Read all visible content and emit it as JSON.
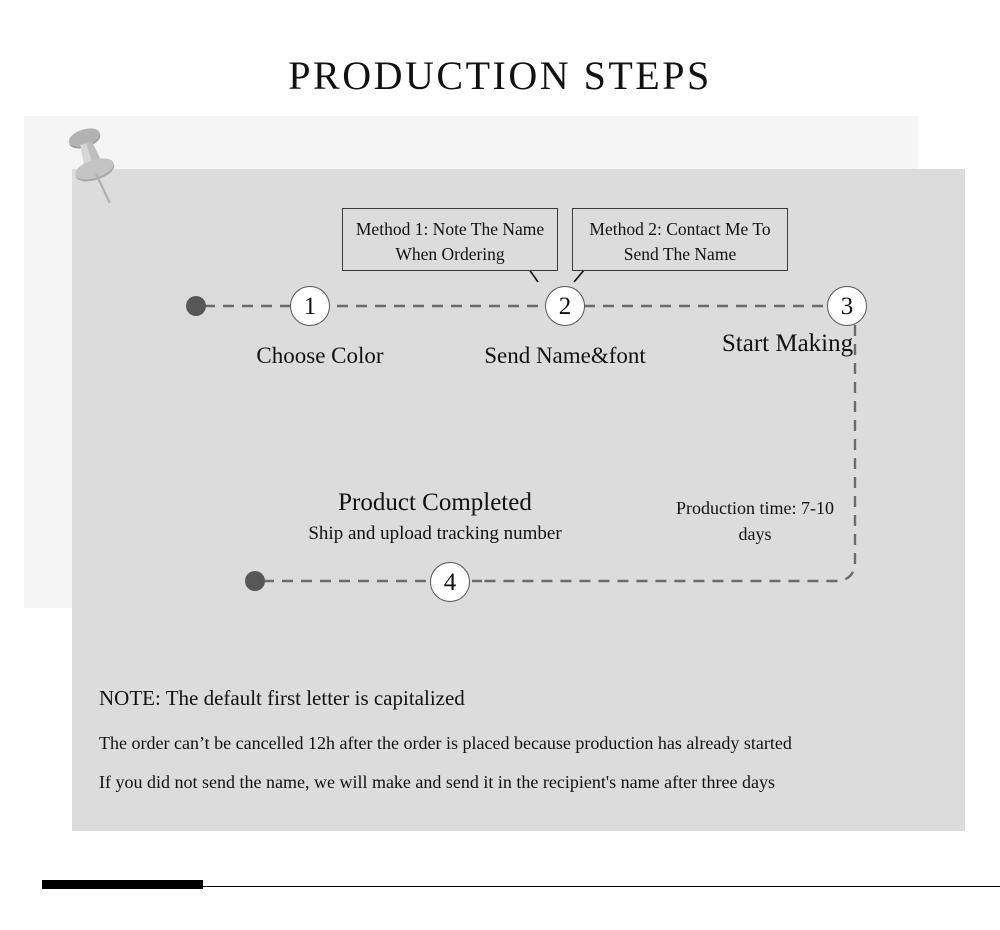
{
  "page": {
    "title": "PRODUCTION STEPS",
    "background": "#ffffff",
    "panel_back_color": "#f5f5f5",
    "panel_main_color": "#dcdcdc",
    "line_color": "#6b6b6b",
    "dot_color": "#575757",
    "text_color": "#111111"
  },
  "icons": {
    "pushpin": "pushpin-icon"
  },
  "method_boxes": [
    {
      "id": 1,
      "text": "Method 1:  Note The Name When Ordering"
    },
    {
      "id": 2,
      "text": "Method 2: Contact Me To Send The Name"
    }
  ],
  "steps": [
    {
      "number": "1",
      "label": "Choose Color"
    },
    {
      "number": "2",
      "label": "Send Name&font"
    },
    {
      "number": "3",
      "label": "Start Making"
    },
    {
      "number": "4",
      "label": "Product Completed"
    }
  ],
  "annotations": {
    "production_time": "Production time: 7-10 days",
    "ship_upload": "Ship and upload tracking number"
  },
  "notes": {
    "line_1": "NOTE: The default first letter is capitalized",
    "line_2": "The order can’t be cancelled 12h after the order is placed because production has already started",
    "line_3": "If you did not send the name, we will make and send it in the recipient's name after three days"
  }
}
